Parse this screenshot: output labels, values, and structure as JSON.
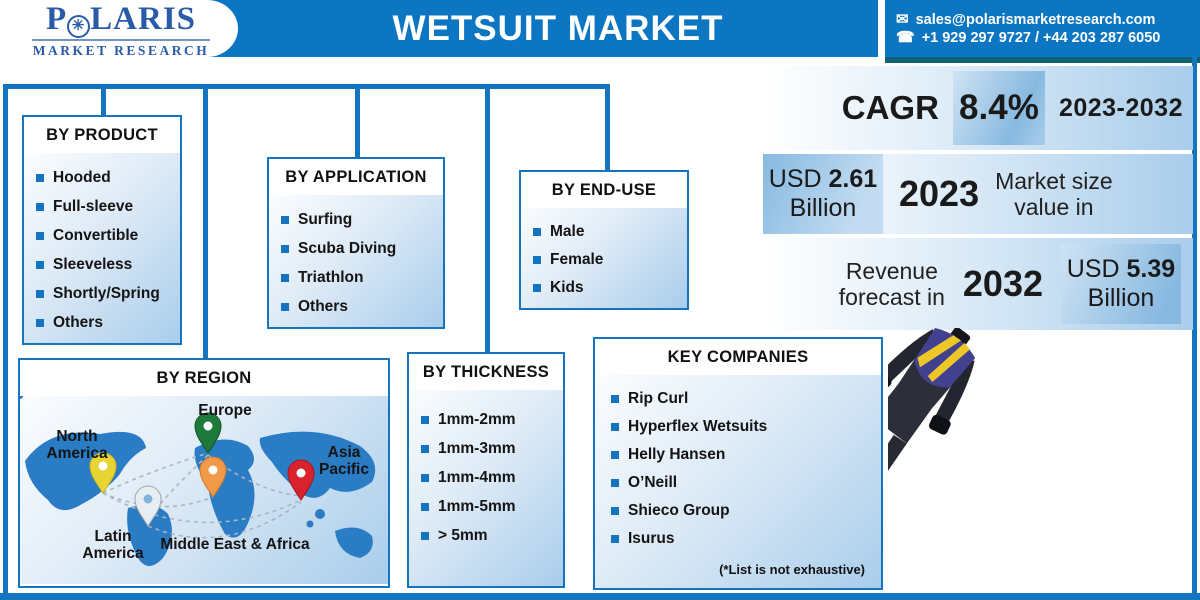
{
  "brand": {
    "name": "POLARIS",
    "name_p": "P",
    "name_rest": "LARIS",
    "star": "✳",
    "subtitle": "MARKET RESEARCH"
  },
  "header": {
    "title": "WETSUIT MARKET",
    "email": "sales@polarismarketresearch.com",
    "phone": "+1 929 297 9727 / +44 203 287 6050",
    "email_icon": "✉",
    "phone_icon": "☎"
  },
  "stats": {
    "cagr_label": "CAGR",
    "cagr_value": "8.4%",
    "cagr_period": "2023-2032",
    "market_size": {
      "currency": "USD",
      "value": "2.61",
      "unit": "Billion",
      "year": "2023",
      "caption_line1": "Market size",
      "caption_line2": "value in"
    },
    "forecast": {
      "caption_line1": "Revenue",
      "caption_line2": "forecast in",
      "year": "2032",
      "currency": "USD",
      "value": "5.39",
      "unit": "Billion"
    }
  },
  "boxes": {
    "product": {
      "title": "BY PRODUCT",
      "items": [
        "Hooded",
        "Full-sleeve",
        "Convertible",
        "Sleeveless",
        "Shortly/Spring",
        "Others"
      ]
    },
    "application": {
      "title": "BY APPLICATION",
      "items": [
        "Surfing",
        "Scuba Diving",
        "Triathlon",
        "Others"
      ]
    },
    "end_use": {
      "title": "BY END-USE",
      "items": [
        "Male",
        "Female",
        "Kids"
      ]
    },
    "thickness": {
      "title": "BY THICKNESS",
      "items": [
        "1mm-2mm",
        "1mm-3mm",
        "1mm-4mm",
        "1mm-5mm",
        "> 5mm"
      ]
    },
    "region": {
      "title": "BY REGION",
      "regions": [
        "North America",
        "Europe",
        "Asia Pacific",
        "Latin America",
        "Middle East & Africa"
      ]
    },
    "companies": {
      "title": "KEY COMPANIES",
      "items": [
        "Rip Curl",
        "Hyperflex Wetsuits",
        "Helly Hansen",
        "O’Neill",
        "Shieco Group",
        "Isurus"
      ],
      "note": "(*List is not exhaustive)"
    }
  },
  "colors": {
    "accent_blue": "#1574bf",
    "header_blue": "#0d76c3",
    "logo_blue": "#2a5ba8",
    "teal": "#0d6170",
    "map_land": "#2a7cc4",
    "pin_north_america": "#e8d533",
    "pin_europe": "#1e7a3a",
    "pin_middle_east_africa": "#f09a4a",
    "pin_latin_america": "#d8dee4",
    "pin_asia_pacific": "#d8232e",
    "wetsuit_purple": "#41418f",
    "wetsuit_yellow": "#edc728",
    "wetsuit_dark": "#2c2f3a"
  }
}
